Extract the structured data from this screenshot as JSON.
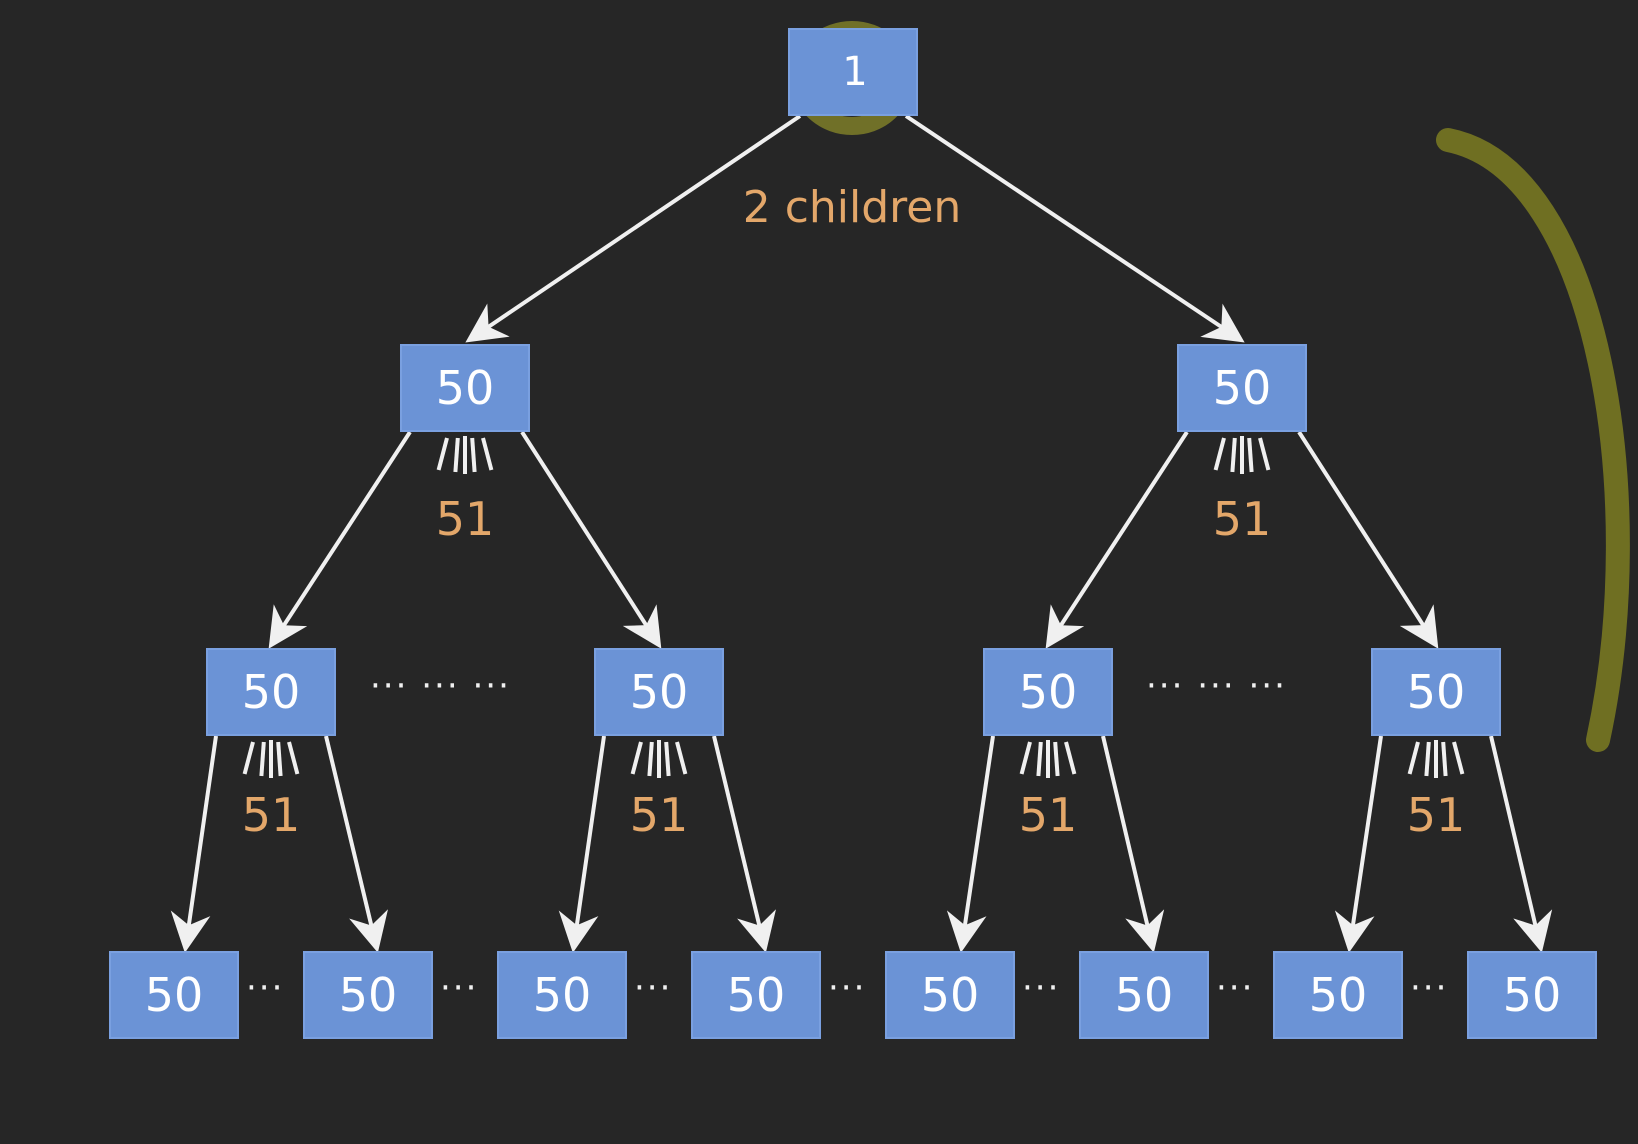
{
  "colors": {
    "background": "#262626",
    "node_fill": "#6b93d6",
    "node_text": "#ffffff",
    "label_text": "#e3a76a",
    "arrow": "#f0f0f0",
    "highlight": "#8a8a2a"
  },
  "root": {
    "value": "1",
    "children_label": "2 children"
  },
  "level1": [
    {
      "value": "50",
      "children_count": "51"
    },
    {
      "value": "50",
      "children_count": "51"
    }
  ],
  "level2": [
    {
      "value": "50",
      "children_count": "51"
    },
    {
      "value": "50",
      "children_count": "51"
    },
    {
      "value": "50",
      "children_count": "51"
    },
    {
      "value": "50",
      "children_count": "51"
    }
  ],
  "level3": [
    "50",
    "50",
    "50",
    "50",
    "50",
    "50",
    "50",
    "50"
  ],
  "ellipsis_long": "··· ··· ···",
  "ellipsis_short": "···"
}
